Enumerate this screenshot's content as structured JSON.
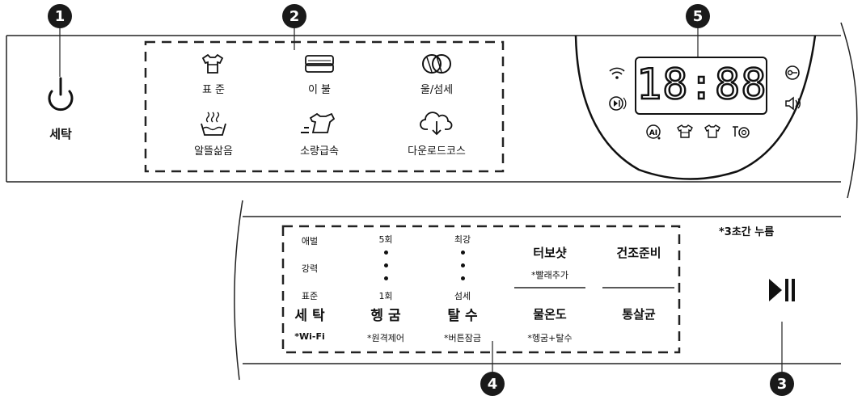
{
  "callouts": {
    "c1": "1",
    "c2": "2",
    "c3": "3",
    "c4": "4",
    "c5": "5"
  },
  "top_panel": {
    "power_label": "세탁",
    "programs": [
      {
        "label": "표 준",
        "icon": "shirt-icon"
      },
      {
        "label": "이 불",
        "icon": "blanket-icon"
      },
      {
        "label": "울/섬세",
        "icon": "wool-icon"
      },
      {
        "label": "알뜰삶음",
        "icon": "steam-basin-icon"
      },
      {
        "label": "소량급속",
        "icon": "quick-shirt-icon"
      },
      {
        "label": "다운로드코스",
        "icon": "cloud-download-icon"
      }
    ],
    "display": {
      "time": "18:88",
      "icons": [
        "wifi-icon",
        "play-pause-signal-icon",
        "key-lock-icon",
        "volume-icon",
        "ai-icon",
        "shirt-icon",
        "shirt-icon",
        "tub-clean-icon"
      ]
    }
  },
  "bottom_panel": {
    "note": "*3초간 누름",
    "wash": {
      "levels": [
        "애벌",
        "강력",
        "표준"
      ],
      "label": "세 탁",
      "sub": "*Wi-Fi"
    },
    "rinse": {
      "top": "5회",
      "bottom": "1회",
      "label": "헹 굼",
      "sub": "*원격제어"
    },
    "spin": {
      "top": "최강",
      "bottom": "섬세",
      "label": "탈 수",
      "sub": "*버튼잠금"
    },
    "turbo": {
      "label": "터보샷",
      "sub": "*빨래추가"
    },
    "dry": {
      "label": "건조준비"
    },
    "temp": {
      "label": "물온도",
      "sub": "*헹굼+탈수"
    },
    "tubclean": {
      "label": "통살균"
    },
    "start_icon": "play-pause-icon"
  }
}
